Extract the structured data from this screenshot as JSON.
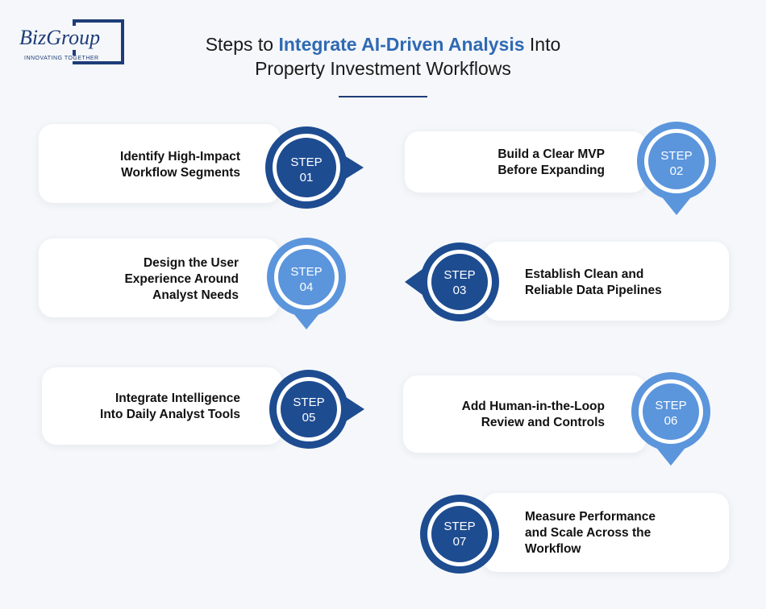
{
  "logo": {
    "name": "BizGroup",
    "tagline": "INNOVATING TOGETHER"
  },
  "title": {
    "line1_pre": "Steps to ",
    "line1_highlight": "Integrate AI-Driven Analysis",
    "line1_post": " Into",
    "line2": "Property Investment Workflows"
  },
  "colors": {
    "dark_blue": "#1e4c91",
    "light_blue": "#5b95dc",
    "accent": "#2f6ab3",
    "card": "#ffffff",
    "background": "#f5f7fa"
  },
  "steps": [
    {
      "step": "STEP",
      "num": "01",
      "line1": "Identify High-Impact",
      "line2": "Workflow Segments",
      "line3": ""
    },
    {
      "step": "STEP",
      "num": "02",
      "line1": "Build a Clear MVP",
      "line2": "Before Expanding",
      "line3": ""
    },
    {
      "step": "STEP",
      "num": "03",
      "line1": "Establish Clean and",
      "line2": "Reliable Data Pipelines",
      "line3": ""
    },
    {
      "step": "STEP",
      "num": "04",
      "line1": "Design the User",
      "line2": "Experience Around",
      "line3": "Analyst Needs"
    },
    {
      "step": "STEP",
      "num": "05",
      "line1": "Integrate Intelligence",
      "line2": "Into Daily Analyst Tools",
      "line3": ""
    },
    {
      "step": "STEP",
      "num": "06",
      "line1": "Add Human-in-the-Loop",
      "line2": "Review and Controls",
      "line3": ""
    },
    {
      "step": "STEP",
      "num": "07",
      "line1": "Measure Performance",
      "line2": "and Scale Across the",
      "line3": "Workflow"
    }
  ]
}
